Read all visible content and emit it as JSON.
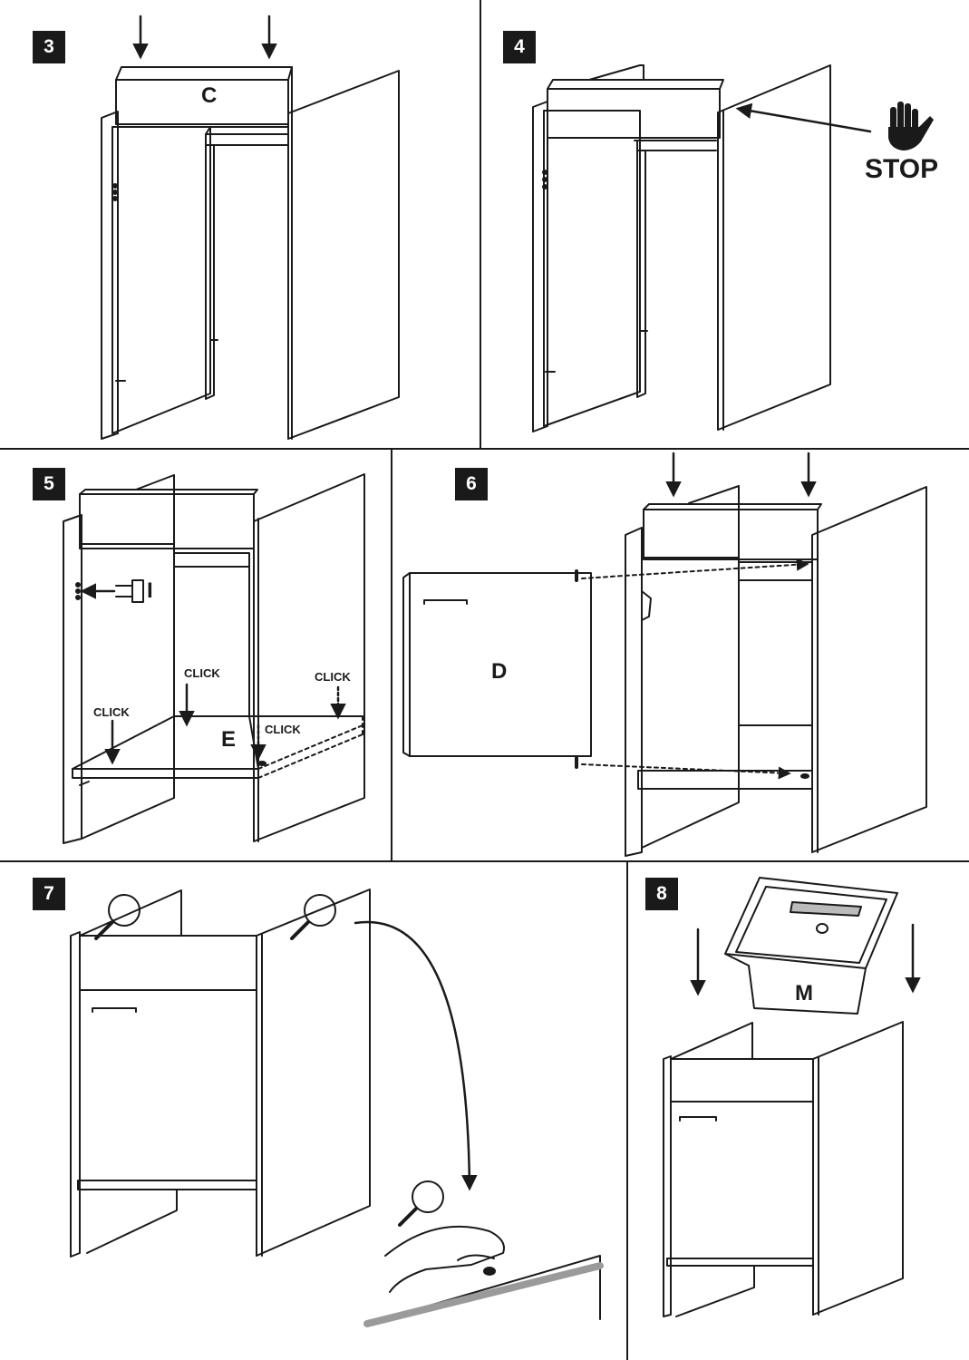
{
  "steps": [
    {
      "number": "3",
      "part_label": "C"
    },
    {
      "number": "4",
      "stop_label": "STOP"
    },
    {
      "number": "5",
      "part_labels": [
        "I",
        "E"
      ],
      "click_labels": [
        "CLICK",
        "CLICK",
        "CLICK",
        "CLICK"
      ]
    },
    {
      "number": "6",
      "part_label": "D"
    },
    {
      "number": "7"
    },
    {
      "number": "8",
      "part_label": "M"
    }
  ],
  "colors": {
    "line": "#1a1a1a",
    "background": "#ffffff",
    "badge": "#1a1a1a"
  }
}
